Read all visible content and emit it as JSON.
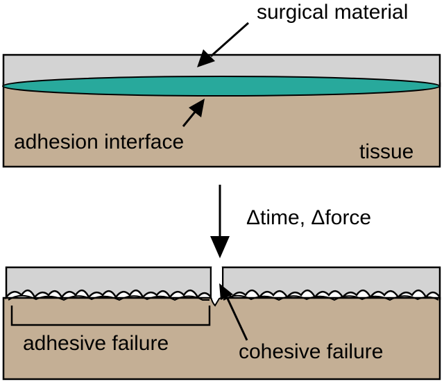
{
  "labels": {
    "surgical_material": "surgical material",
    "adhesion_interface": "adhesion interface",
    "tissue": "tissue",
    "process": "Δtime, Δforce",
    "adhesive_failure": "adhesive failure",
    "cohesive_failure": "cohesive failure"
  },
  "colors": {
    "surgical_material": "#d3d3d3",
    "tissue": "#c4af95",
    "adhesion_interface": "#28a99c",
    "outline": "#000000"
  }
}
